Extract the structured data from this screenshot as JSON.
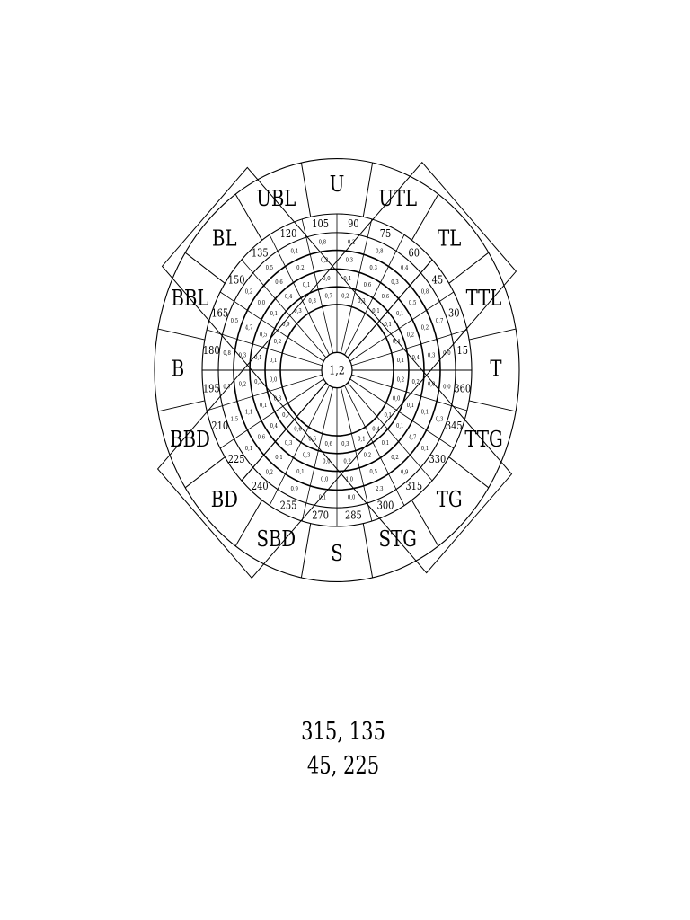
{
  "diagram": {
    "center_value": "1,2",
    "directions": [
      {
        "label": "T",
        "angle": 0
      },
      {
        "label": "TTL",
        "angle": 22.5
      },
      {
        "label": "TL",
        "angle": 45
      },
      {
        "label": "UTL",
        "angle": 67.5
      },
      {
        "label": "U",
        "angle": 90
      },
      {
        "label": "UBL",
        "angle": 112.5
      },
      {
        "label": "BL",
        "angle": 135
      },
      {
        "label": "BBL",
        "angle": 157.5
      },
      {
        "label": "B",
        "angle": 180
      },
      {
        "label": "BBD",
        "angle": 202.5
      },
      {
        "label": "BD",
        "angle": 225
      },
      {
        "label": "SBD",
        "angle": 247.5
      },
      {
        "label": "S",
        "angle": 270
      },
      {
        "label": "STG",
        "angle": 292.5
      },
      {
        "label": "TG",
        "angle": 315
      },
      {
        "label": "TTG",
        "angle": 337.5
      }
    ],
    "degree_labels": [
      "15",
      "30",
      "45",
      "60",
      "75",
      "90",
      "105",
      "120",
      "135",
      "150",
      "165",
      "180",
      "195",
      "210",
      "225",
      "240",
      "255",
      "270",
      "285",
      "300",
      "315",
      "330",
      "345",
      "360"
    ],
    "ring_values": [
      [
        "0,1",
        "0,4",
        "0,1",
        "0,1",
        "0,3",
        "0,2",
        "0,7",
        "0,3",
        "0,3",
        "0,9",
        "0,2",
        "0,1",
        "0,0",
        "0,3",
        "0,7",
        "0,6",
        "0,6",
        "0,6",
        "0,3",
        "0,1",
        "0,4",
        "0,1",
        "0,0",
        "0,2"
      ],
      [
        "0,4",
        "0,2",
        "0,1",
        "0,6",
        "0,6",
        "0,4",
        "0,0",
        "0,1",
        "0,4",
        "0,1",
        "0,5",
        "0,1",
        "0,3",
        "0,1",
        "0,4",
        "0,3",
        "0,3",
        "0,0",
        "0,2",
        "0,2",
        "0,1",
        "0,1",
        "0,1",
        "0,2"
      ],
      [
        "0,3",
        "0,2",
        "0,5",
        "0,3",
        "0,3",
        "0,3",
        "0,2",
        "0,2",
        "0,6",
        "0,0",
        "4,7",
        "0,3",
        "0,2",
        "1,1",
        "0,6",
        "0,1",
        "0,1",
        "0,0",
        "1,0",
        "0,5",
        "0,2",
        "4,7",
        "0,1",
        "0,0"
      ],
      [
        "0,0",
        "0,7",
        "0,8",
        "0,4",
        "0,8",
        "0,2",
        "0,8",
        "0,4",
        "0,5",
        "0,2",
        "0,5",
        "0,8",
        "0,7",
        "1,5",
        "0,1",
        "0,2",
        "0,9",
        "0,1",
        "0,0",
        "2,3",
        "0,9",
        "0,1",
        "0,3",
        "0,0"
      ],
      [
        "0,4",
        "0,1",
        "0,1",
        "0,3",
        "0,2",
        "0,3",
        "3,9",
        "0,8",
        "0,3",
        "0,0",
        "0,2",
        "0,7",
        "0,2",
        "0,1",
        "0,1",
        "0,0",
        "1,0",
        "0,9",
        "2,3",
        "0,2",
        "0,0",
        "0,4",
        "0,3",
        "0,4"
      ]
    ]
  },
  "caption": {
    "line1": "315, 135",
    "line2": "45, 225"
  },
  "colors": {
    "stroke": "#000000",
    "background": "#ffffff"
  }
}
